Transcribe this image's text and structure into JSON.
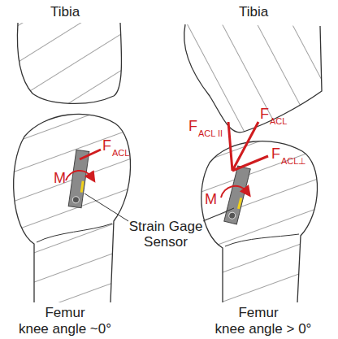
{
  "diagram": {
    "labels": [
      "Tibia",
      "Tibia",
      "F",
      "ACL",
      "M",
      "F",
      "ACL II",
      "F",
      "ACL",
      "F",
      "ACL⊥",
      "M",
      "Strain Gage Sensor",
      "Femur",
      "knee angle ~0°",
      "Femur",
      "knee angle > 0°"
    ]
  }
}
